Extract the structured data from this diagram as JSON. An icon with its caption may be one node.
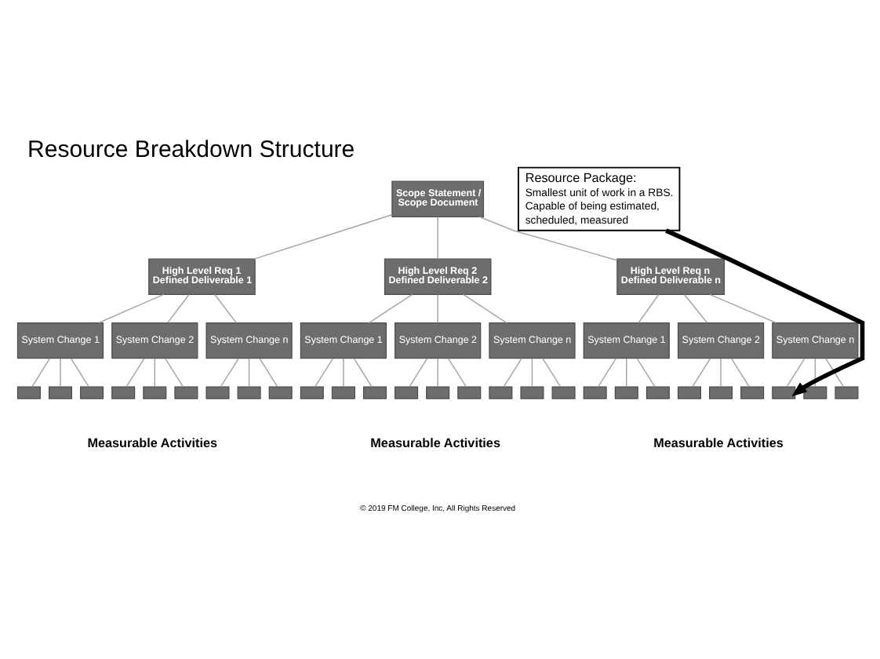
{
  "diagram": {
    "title": "Resource Breakdown Structure",
    "nodes": [
      {
        "text": [
          "Scope Statement / Scope Document"
        ]
      },
      {
        "text": [
          "High Level Req 1 Defined Deliverable 1"
        ]
      },
      {
        "text": [
          "High Level Req 2 Defined Deliverable 2"
        ]
      },
      {
        "text": [
          "High Level Req n Defined Deliverable n"
        ]
      },
      {
        "text": [
          "System Change 1"
        ]
      },
      {
        "text": [
          "System Change 2"
        ]
      },
      {
        "text": [
          "System Change n"
        ]
      },
      {
        "text": [
          "System Change 1"
        ]
      },
      {
        "text": [
          "System Change 2"
        ]
      },
      {
        "text": [
          "System Change n"
        ]
      },
      {
        "text": [
          "System Change 1"
        ]
      },
      {
        "text": [
          "System Change 2"
        ]
      },
      {
        "text": [
          "System Change n"
        ]
      },
      {
        "text": [],
        "shape": "box"
      },
      {
        "text": [],
        "shape": "box"
      },
      {
        "text": [],
        "shape": "box"
      },
      {
        "text": [],
        "shape": "box"
      },
      {
        "text": [],
        "shape": "box"
      },
      {
        "text": [],
        "shape": "box"
      },
      {
        "text": [],
        "shape": "box"
      },
      {
        "text": [],
        "shape": "box"
      },
      {
        "text": [],
        "shape": "box"
      },
      {
        "text": [],
        "shape": "box"
      },
      {
        "text": [],
        "shape": "box"
      },
      {
        "text": [],
        "shape": "box"
      },
      {
        "text": [],
        "shape": "box"
      },
      {
        "text": [],
        "shape": "box"
      },
      {
        "text": [],
        "shape": "box"
      },
      {
        "text": [],
        "shape": "box"
      },
      {
        "text": [],
        "shape": "box"
      },
      {
        "text": [],
        "shape": "box"
      },
      {
        "text": [],
        "shape": "box"
      },
      {
        "text": [],
        "shape": "box"
      },
      {
        "text": [],
        "shape": "box"
      },
      {
        "text": [],
        "shape": "box"
      },
      {
        "text": [],
        "shape": "box"
      },
      {
        "text": [],
        "shape": "box"
      },
      {
        "text": [],
        "shape": "box"
      },
      {
        "text": [],
        "shape": "box"
      },
      {
        "text": [],
        "shape": "box"
      },
      {
        "text": [
          "Resource Package:",
          "Smallest unit of work in a RBS.",
          "Capable of being estimated, scheduled, measured"
        ]
      }
    ],
    "edges": [
      {
        "from": 0,
        "to": 1,
        "arrow": "none"
      },
      {
        "from": 0,
        "to": 2,
        "arrow": "none"
      },
      {
        "from": 0,
        "to": 3,
        "arrow": "none"
      },
      {
        "from": 1,
        "to": 4,
        "arrow": "none"
      },
      {
        "from": 1,
        "to": 5,
        "arrow": "none"
      },
      {
        "from": 1,
        "to": 6,
        "arrow": "none"
      },
      {
        "from": 2,
        "to": 7,
        "arrow": "none"
      },
      {
        "from": 2,
        "to": 8,
        "arrow": "none"
      },
      {
        "from": 2,
        "to": 9,
        "arrow": "none"
      },
      {
        "from": 3,
        "to": 10,
        "arrow": "none"
      },
      {
        "from": 3,
        "to": 11,
        "arrow": "none"
      },
      {
        "from": 3,
        "to": 12,
        "arrow": "none"
      },
      {
        "from": 4,
        "to": 13,
        "arrow": "none"
      },
      {
        "from": 4,
        "to": 14,
        "arrow": "none"
      },
      {
        "from": 4,
        "to": 15,
        "arrow": "none"
      },
      {
        "from": 5,
        "to": 16,
        "arrow": "none"
      },
      {
        "from": 5,
        "to": 17,
        "arrow": "none"
      },
      {
        "from": 5,
        "to": 18,
        "arrow": "none"
      },
      {
        "from": 6,
        "to": 19,
        "arrow": "none"
      },
      {
        "from": 6,
        "to": 20,
        "arrow": "none"
      },
      {
        "from": 6,
        "to": 21,
        "arrow": "none"
      },
      {
        "from": 7,
        "to": 22,
        "arrow": "none"
      },
      {
        "from": 7,
        "to": 23,
        "arrow": "none"
      },
      {
        "from": 7,
        "to": 24,
        "arrow": "none"
      },
      {
        "from": 8,
        "to": 25,
        "arrow": "none"
      },
      {
        "from": 8,
        "to": 26,
        "arrow": "none"
      },
      {
        "from": 8,
        "to": 27,
        "arrow": "none"
      },
      {
        "from": 9,
        "to": 28,
        "arrow": "none"
      },
      {
        "from": 9,
        "to": 29,
        "arrow": "none"
      },
      {
        "from": 9,
        "to": 30,
        "arrow": "none"
      },
      {
        "from": 10,
        "to": 31,
        "arrow": "none"
      },
      {
        "from": 10,
        "to": 32,
        "arrow": "none"
      },
      {
        "from": 10,
        "to": 33,
        "arrow": "none"
      },
      {
        "from": 11,
        "to": 34,
        "arrow": "none"
      },
      {
        "from": 11,
        "to": 35,
        "arrow": "none"
      },
      {
        "from": 11,
        "to": 36,
        "arrow": "none"
      },
      {
        "from": 12,
        "to": 37,
        "arrow": "none"
      },
      {
        "from": 12,
        "to": 38,
        "arrow": "none"
      },
      {
        "from": 12,
        "to": 39,
        "arrow": "none"
      },
      {
        "from": 40,
        "to": 37,
        "arrow": "to",
        "style": "thick",
        "color": "#000000"
      }
    ],
    "labels": [
      "Measurable Activities",
      "Measurable Activities",
      "Measurable Activities",
      "© 2019 FM College, Inc, All Rights Reserved"
    ]
  }
}
